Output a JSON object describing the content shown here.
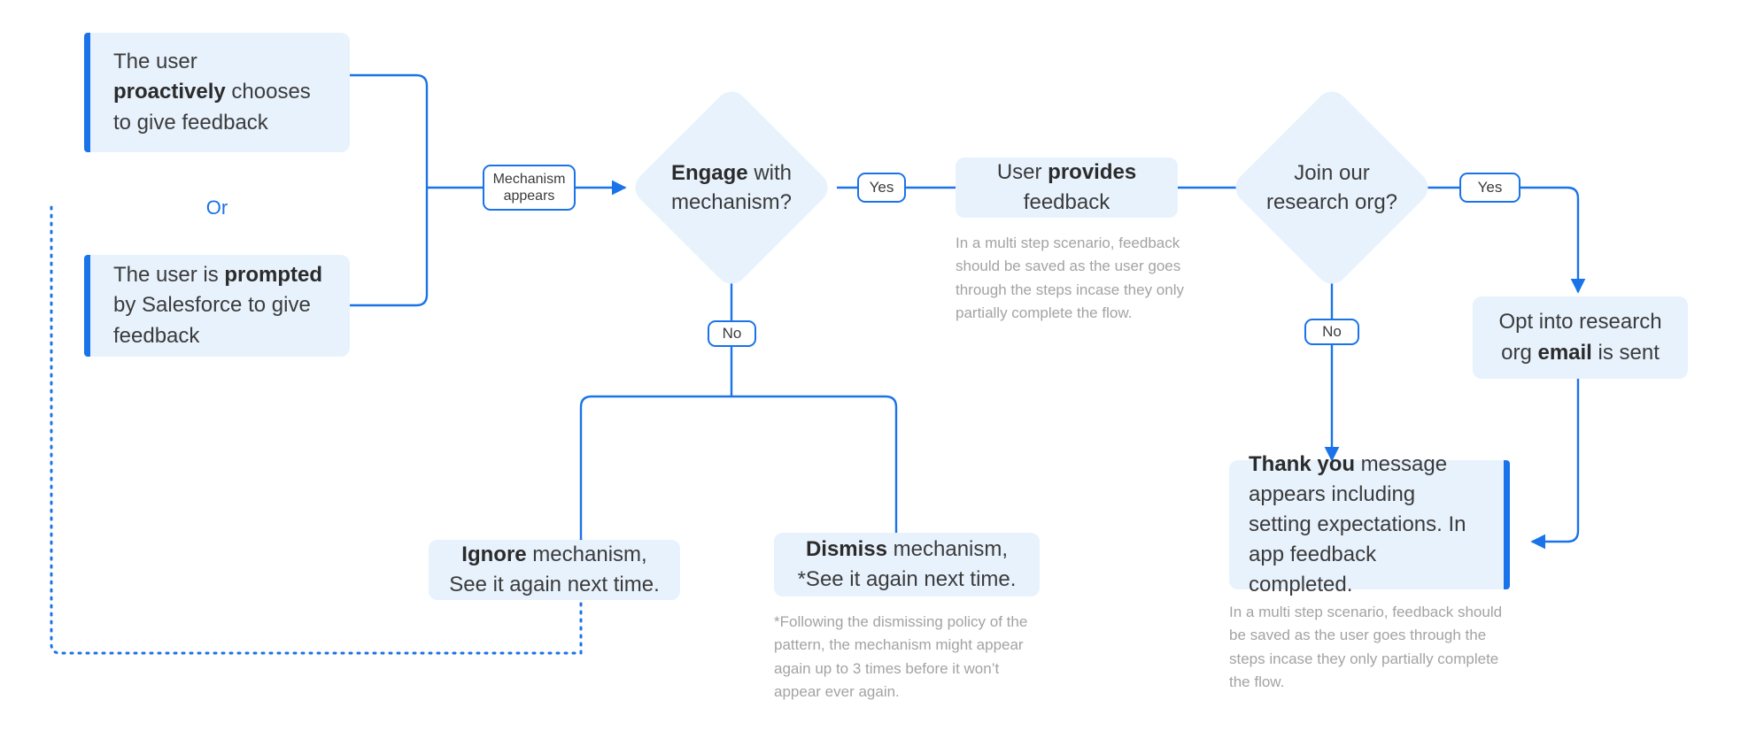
{
  "diagram": {
    "title": "In-app feedback mechanism flow",
    "colors": {
      "accent": "#1a73e8",
      "card_fill": "#e8f2fd",
      "text": "#3b3b3b",
      "caption": "#a3a3a3",
      "background": "#ffffff"
    }
  },
  "nodes": {
    "proactive": {
      "line1": "The user",
      "bold": "proactively",
      "line2": " chooses",
      "line3": "to give feedback"
    },
    "or_label": "Or",
    "prompted": {
      "pre": "The user is ",
      "bold": "prompted",
      "line2": "by Salesforce to give",
      "line3": "feedback"
    },
    "mechanism_appears": {
      "line1": "Mechanism",
      "line2": "appears"
    },
    "engage": {
      "bold": "Engage",
      "rest": " with",
      "line2": "mechanism?"
    },
    "yes_engage": "Yes",
    "no_engage": "No",
    "user_provides": {
      "pre": "User ",
      "bold": "provides",
      "line2": "feedback"
    },
    "user_provides_caption": "In a multi step scenario, feedback should be saved as the user goes through the steps incase they only partially complete the flow.",
    "join_research": {
      "line1": "Join our",
      "line2": "research org?"
    },
    "yes_research": "Yes",
    "no_research": "No",
    "opt_in_email": {
      "line1": "Opt into research",
      "pre": "org ",
      "bold": "email",
      "post": " is sent"
    },
    "thank_you": {
      "bold": "Thank you",
      "rest": " message appears including setting expectations. In app feedback completed."
    },
    "thank_you_caption": "In a multi step scenario, feedback should be saved as the user goes through the steps incase they only partially complete the flow.",
    "ignore": {
      "bold": "Ignore",
      "rest": " mechanism,",
      "line2": "See it again next time."
    },
    "dismiss": {
      "bold": "Dismiss",
      "rest": " mechanism,",
      "line2": "*See it again next time."
    },
    "dismiss_caption": "*Following the dismissing policy of the pattern, the mechanism might appear again up to 3 times before it won’t appear ever again."
  }
}
